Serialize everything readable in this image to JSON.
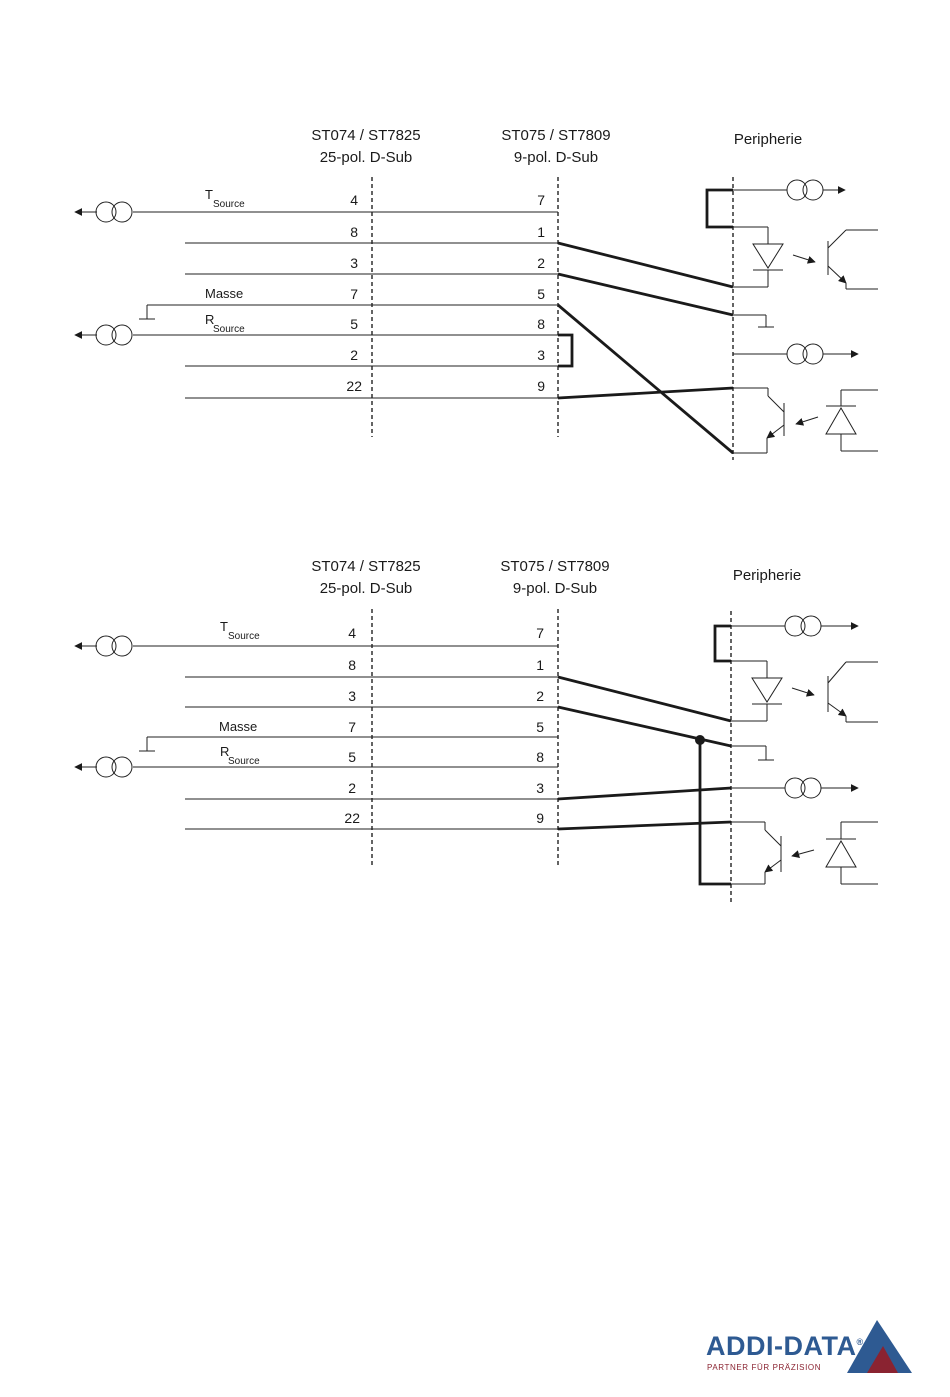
{
  "diagrams": [
    {
      "col_25pin": {
        "line1": "ST074 / ST7825",
        "line2": "25-pol. D-Sub"
      },
      "col_9pin": {
        "line1": "ST075 / ST7809",
        "line2": "9-pol. D-Sub"
      },
      "peripherie": "Peripherie",
      "labels": {
        "tsource_main": "T",
        "tsource_sub": "Source",
        "masse": "Masse",
        "rsource_main": "R",
        "rsource_sub": "Source"
      },
      "rows": [
        {
          "p25": "4",
          "p9": "7"
        },
        {
          "p25": "8",
          "p9": "1"
        },
        {
          "p25": "3",
          "p9": "2"
        },
        {
          "p25": "7",
          "p9": "5"
        },
        {
          "p25": "5",
          "p9": "8"
        },
        {
          "p25": "2",
          "p9": "3"
        },
        {
          "p25": "22",
          "p9": "9"
        }
      ]
    },
    {
      "col_25pin": {
        "line1": "ST074 / ST7825",
        "line2": "25-pol. D-Sub"
      },
      "col_9pin": {
        "line1": "ST075 / ST7809",
        "line2": "9-pol. D-Sub"
      },
      "peripherie": "Peripherie",
      "labels": {
        "tsource_main": "T",
        "tsource_sub": "Source",
        "masse": "Masse",
        "rsource_main": "R",
        "rsource_sub": "Source"
      },
      "rows": [
        {
          "p25": "4",
          "p9": "7"
        },
        {
          "p25": "8",
          "p9": "1"
        },
        {
          "p25": "3",
          "p9": "2"
        },
        {
          "p25": "7",
          "p9": "5"
        },
        {
          "p25": "5",
          "p9": "8"
        },
        {
          "p25": "2",
          "p9": "3"
        },
        {
          "p25": "22",
          "p9": "9"
        }
      ]
    }
  ],
  "logo": {
    "name": "ADDI-DATA",
    "registered": "®",
    "tagline": "PARTNER FÜR PRÄZISION",
    "colors": {
      "blue": "#2e5a92",
      "red": "#8a2331"
    }
  }
}
